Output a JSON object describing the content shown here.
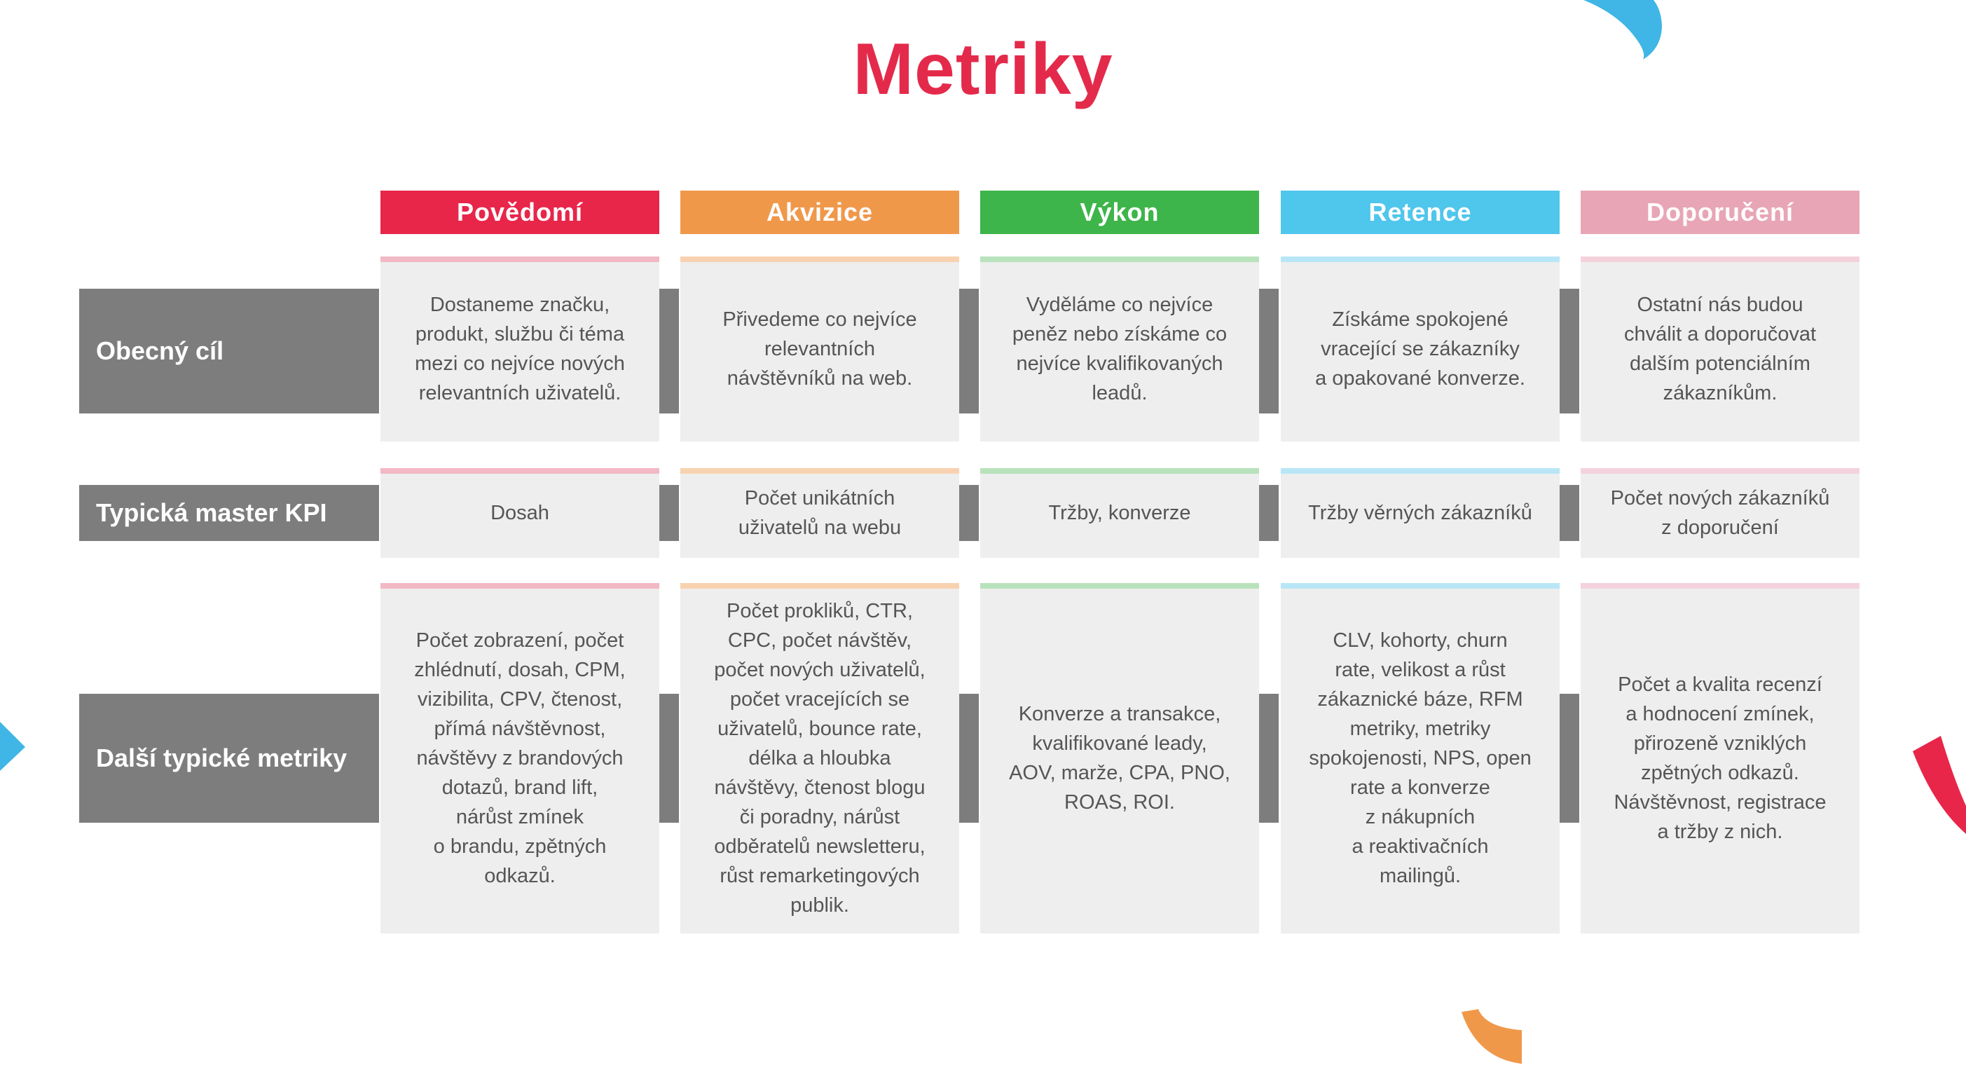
{
  "title": "Metriky",
  "colors": {
    "title": "#e42a4b",
    "row_label_bg": "#7d7d7d",
    "cell_bg": "#eeeeee"
  },
  "columns": [
    {
      "label": "Povědomí",
      "color": "#e8264a",
      "bar": "#f2b8c4"
    },
    {
      "label": "Akvizice",
      "color": "#f0984a",
      "bar": "#f8d2b0"
    },
    {
      "label": "Výkon",
      "color": "#3eb54a",
      "bar": "#b8e2bc"
    },
    {
      "label": "Retence",
      "color": "#4fc6ec",
      "bar": "#b8e6f6"
    },
    {
      "label": "Doporučení",
      "color": "#e8a5b5",
      "bar": "#f4d2dc"
    }
  ],
  "rows": [
    {
      "label": "Obecný cíl",
      "cells": [
        "Dostaneme značku,\nprodukt, službu či téma\nmezi co nejvíce nových\nrelevantních uživatelů.",
        "Přivedeme co nejvíce\nrelevantních\nnávštěvníků na web.",
        "Vyděláme co nejvíce\npeněz nebo získáme co\nnejvíce kvalifikovaných\nleadů.",
        "Získáme spokojené\nvracející se zákazníky\na opakované konverze.",
        "Ostatní nás budou\nchválit a doporučovat\ndalším potenciálním\nzákazníkům."
      ]
    },
    {
      "label": "Typická master KPI",
      "cells": [
        "Dosah",
        "Počet unikátních\nuživatelů na webu",
        "Tržby, konverze",
        "Tržby věrných zákazníků",
        "Počet nových zákazníků\nz doporučení"
      ]
    },
    {
      "label": "Další typické metriky",
      "cells": [
        "Počet zobrazení, počet\nzhlédnutí, dosah, CPM,\nvizibilita, CPV, čtenost,\npřímá návštěvnost,\nnávštěvy z brandových\ndotazů, brand lift,\nnárůst zmínek\no brandu, zpětných\nodkazů.",
        "Počet prokliků, CTR,\nCPC, počet návštěv,\npočet nových uživatelů,\npočet vracejících se\nuživatelů, bounce rate,\ndélka a hloubka\nnávštěvy, čtenost blogu\nči poradny, nárůst\nodběratelů newsletteru,\nrůst remarketingových\npublik.",
        "Konverze a transakce,\nkvalifikované leady,\nAOV, marže, CPA, PNO,\nROAS, ROI.",
        "CLV, kohorty, churn\nrate, velikost a růst\nzákaznické báze, RFM\nmetriky, metriky\nspokojenosti, NPS, open\nrate a konverze\nz nákupních\na reaktivačních\nmailingů.",
        "Počet a kvalita recenzí\na hodnocení zmínek,\npřirozeně vzniklých\nzpětných odkazů.\nNávštěvnost, registrace\na tržby z nich."
      ]
    }
  ]
}
